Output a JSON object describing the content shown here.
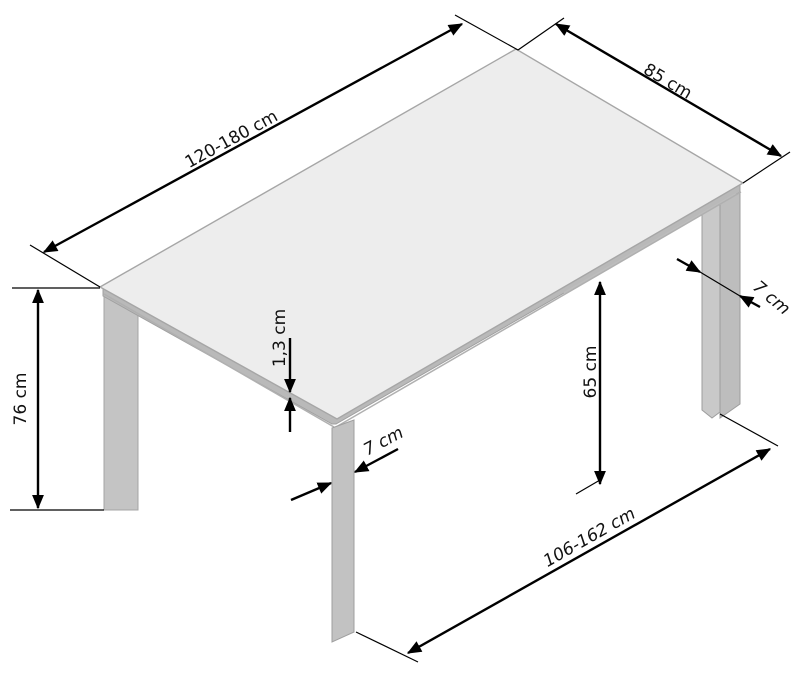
{
  "diagram": {
    "type": "dimension-drawing",
    "subject": "extendable rectangular dining table, isometric view",
    "colors": {
      "tabletop": "#ededed",
      "tabletop_edge": "#a8a8a8",
      "leg": "#c4c4c4",
      "leg_shade": "#b4b4b4",
      "dimension_line": "#000000",
      "background": "#ffffff"
    },
    "dimensions": {
      "length": "120-180 cm",
      "width": "85 cm",
      "height": "76 cm",
      "top_thickness": "1,3 cm",
      "leg_width_front": "7 cm",
      "leg_width_back": "7 cm",
      "clearance_height": "65 cm",
      "leg_span": "106-162 cm"
    }
  }
}
